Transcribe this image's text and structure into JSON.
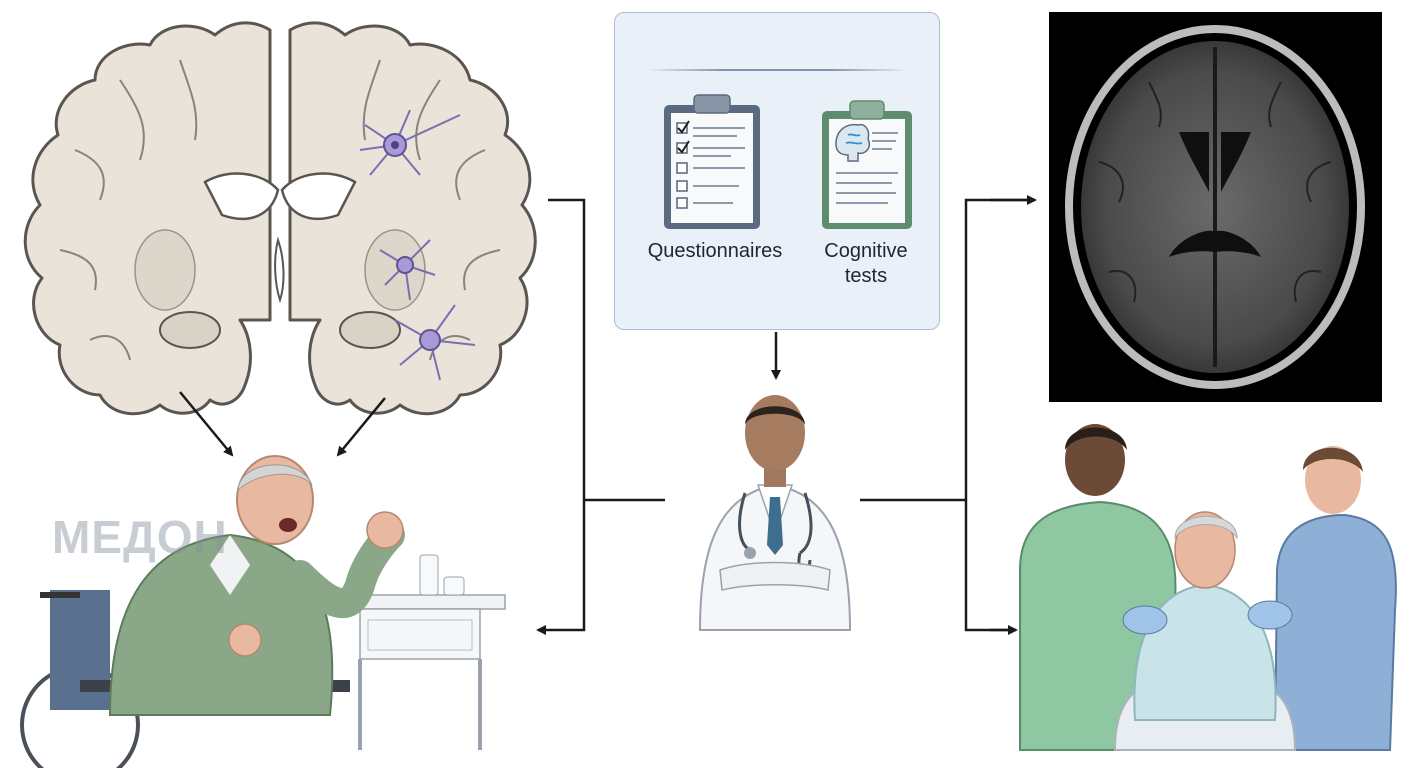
{
  "watermark": {
    "text": "МЕДОН"
  },
  "assessment_card": {
    "questionnaires_label": "Questionnaires",
    "cognitive_tests_label_line1": "Cognitive",
    "cognitive_tests_label_line2": "tests"
  },
  "colors": {
    "brain_tissue": "#e9e3da",
    "brain_outline": "#5a5550",
    "neuron": "#8b7fbf",
    "arrow": "#1a1a1a",
    "card_bg": "#e9f0f8",
    "card_border": "#a9bdd4",
    "patient_sweater": "#8aa888",
    "nurse_green": "#8fc7a3",
    "nurse_blue": "#8fb0d6",
    "doctor_coat": "#f4f6f8",
    "doctor_tie": "#3e6e8e"
  },
  "icons": [
    "brain-cross-section-illustration",
    "neuron-icon",
    "clipboard-checklist-icon",
    "clipboard-brain-icon",
    "doctor-illustration",
    "mri-scan-image",
    "agitated-patient-illustration",
    "care-team-illustration"
  ]
}
